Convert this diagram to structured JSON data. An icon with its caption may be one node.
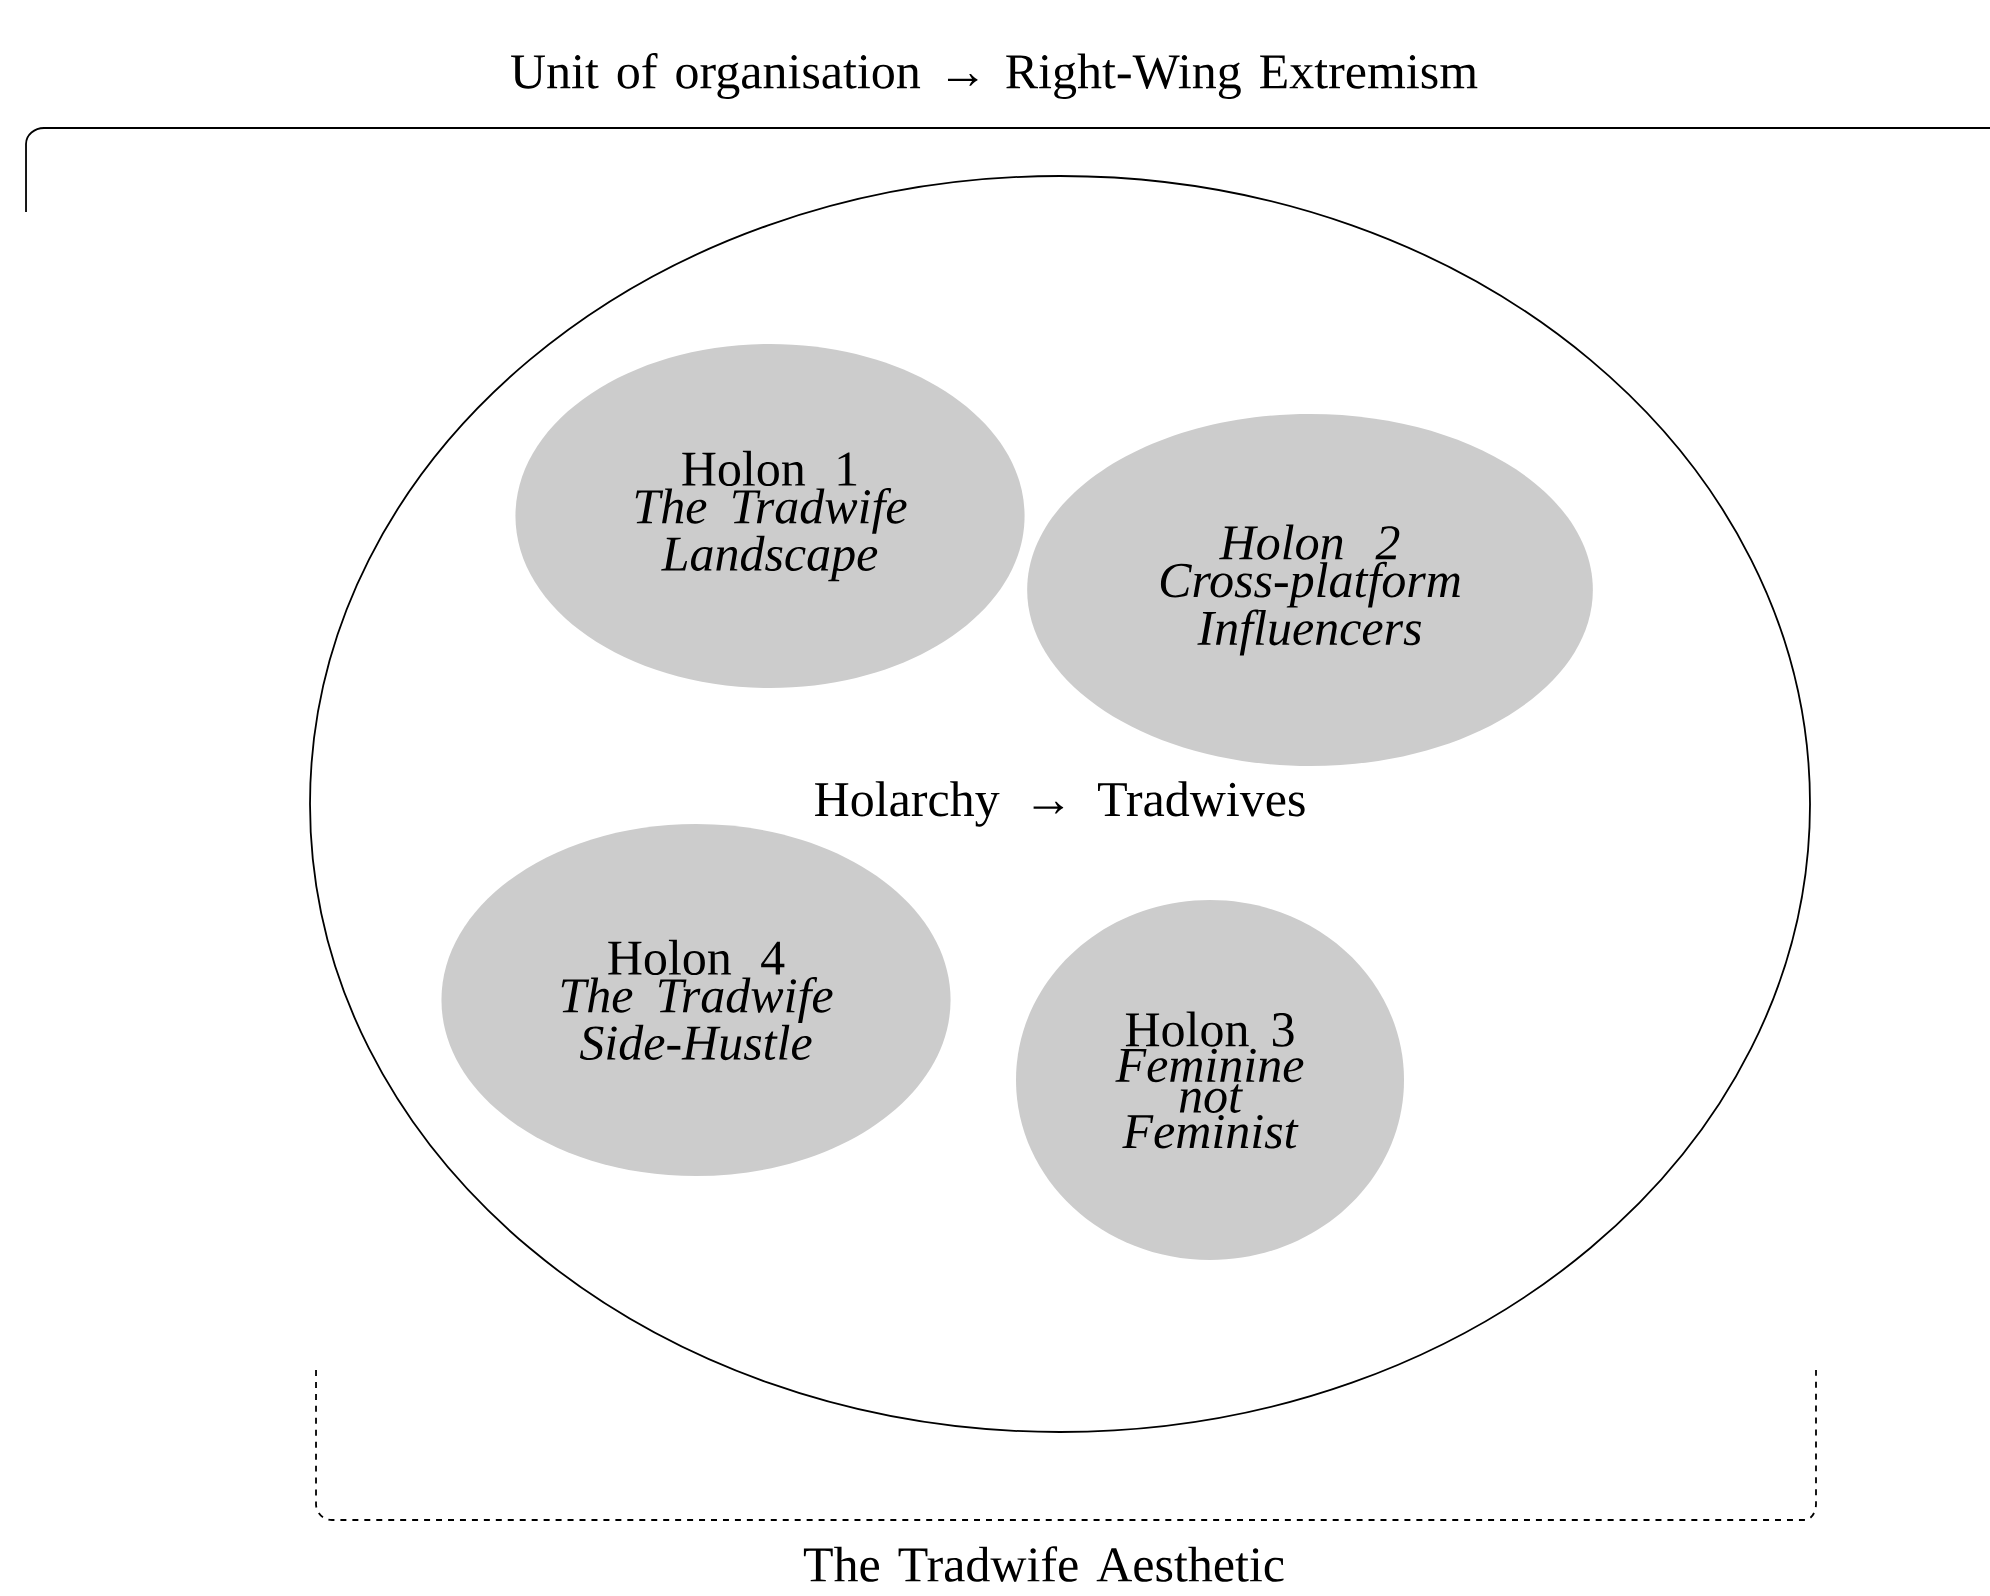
{
  "diagram": {
    "title": "Unit of organisation → Right-Wing Extremism",
    "nodes": [
      {
        "text": [
          "Holarchy → Tradwives"
        ]
      },
      {
        "text": [
          "Holon 1",
          "The Tradwife Landscape"
        ],
        "in": 0
      },
      {
        "text": [
          "Holon 2",
          "Cross-platform Influencers"
        ],
        "in": 0
      },
      {
        "text": [
          "Holon 4",
          "The Tradwife Side-Hustle"
        ],
        "in": 0
      },
      {
        "text": [
          "Holon 3",
          "Feminine not Feminist"
        ],
        "in": 0
      }
    ],
    "labels": [
      "The Tradwife Aesthetic"
    ]
  }
}
